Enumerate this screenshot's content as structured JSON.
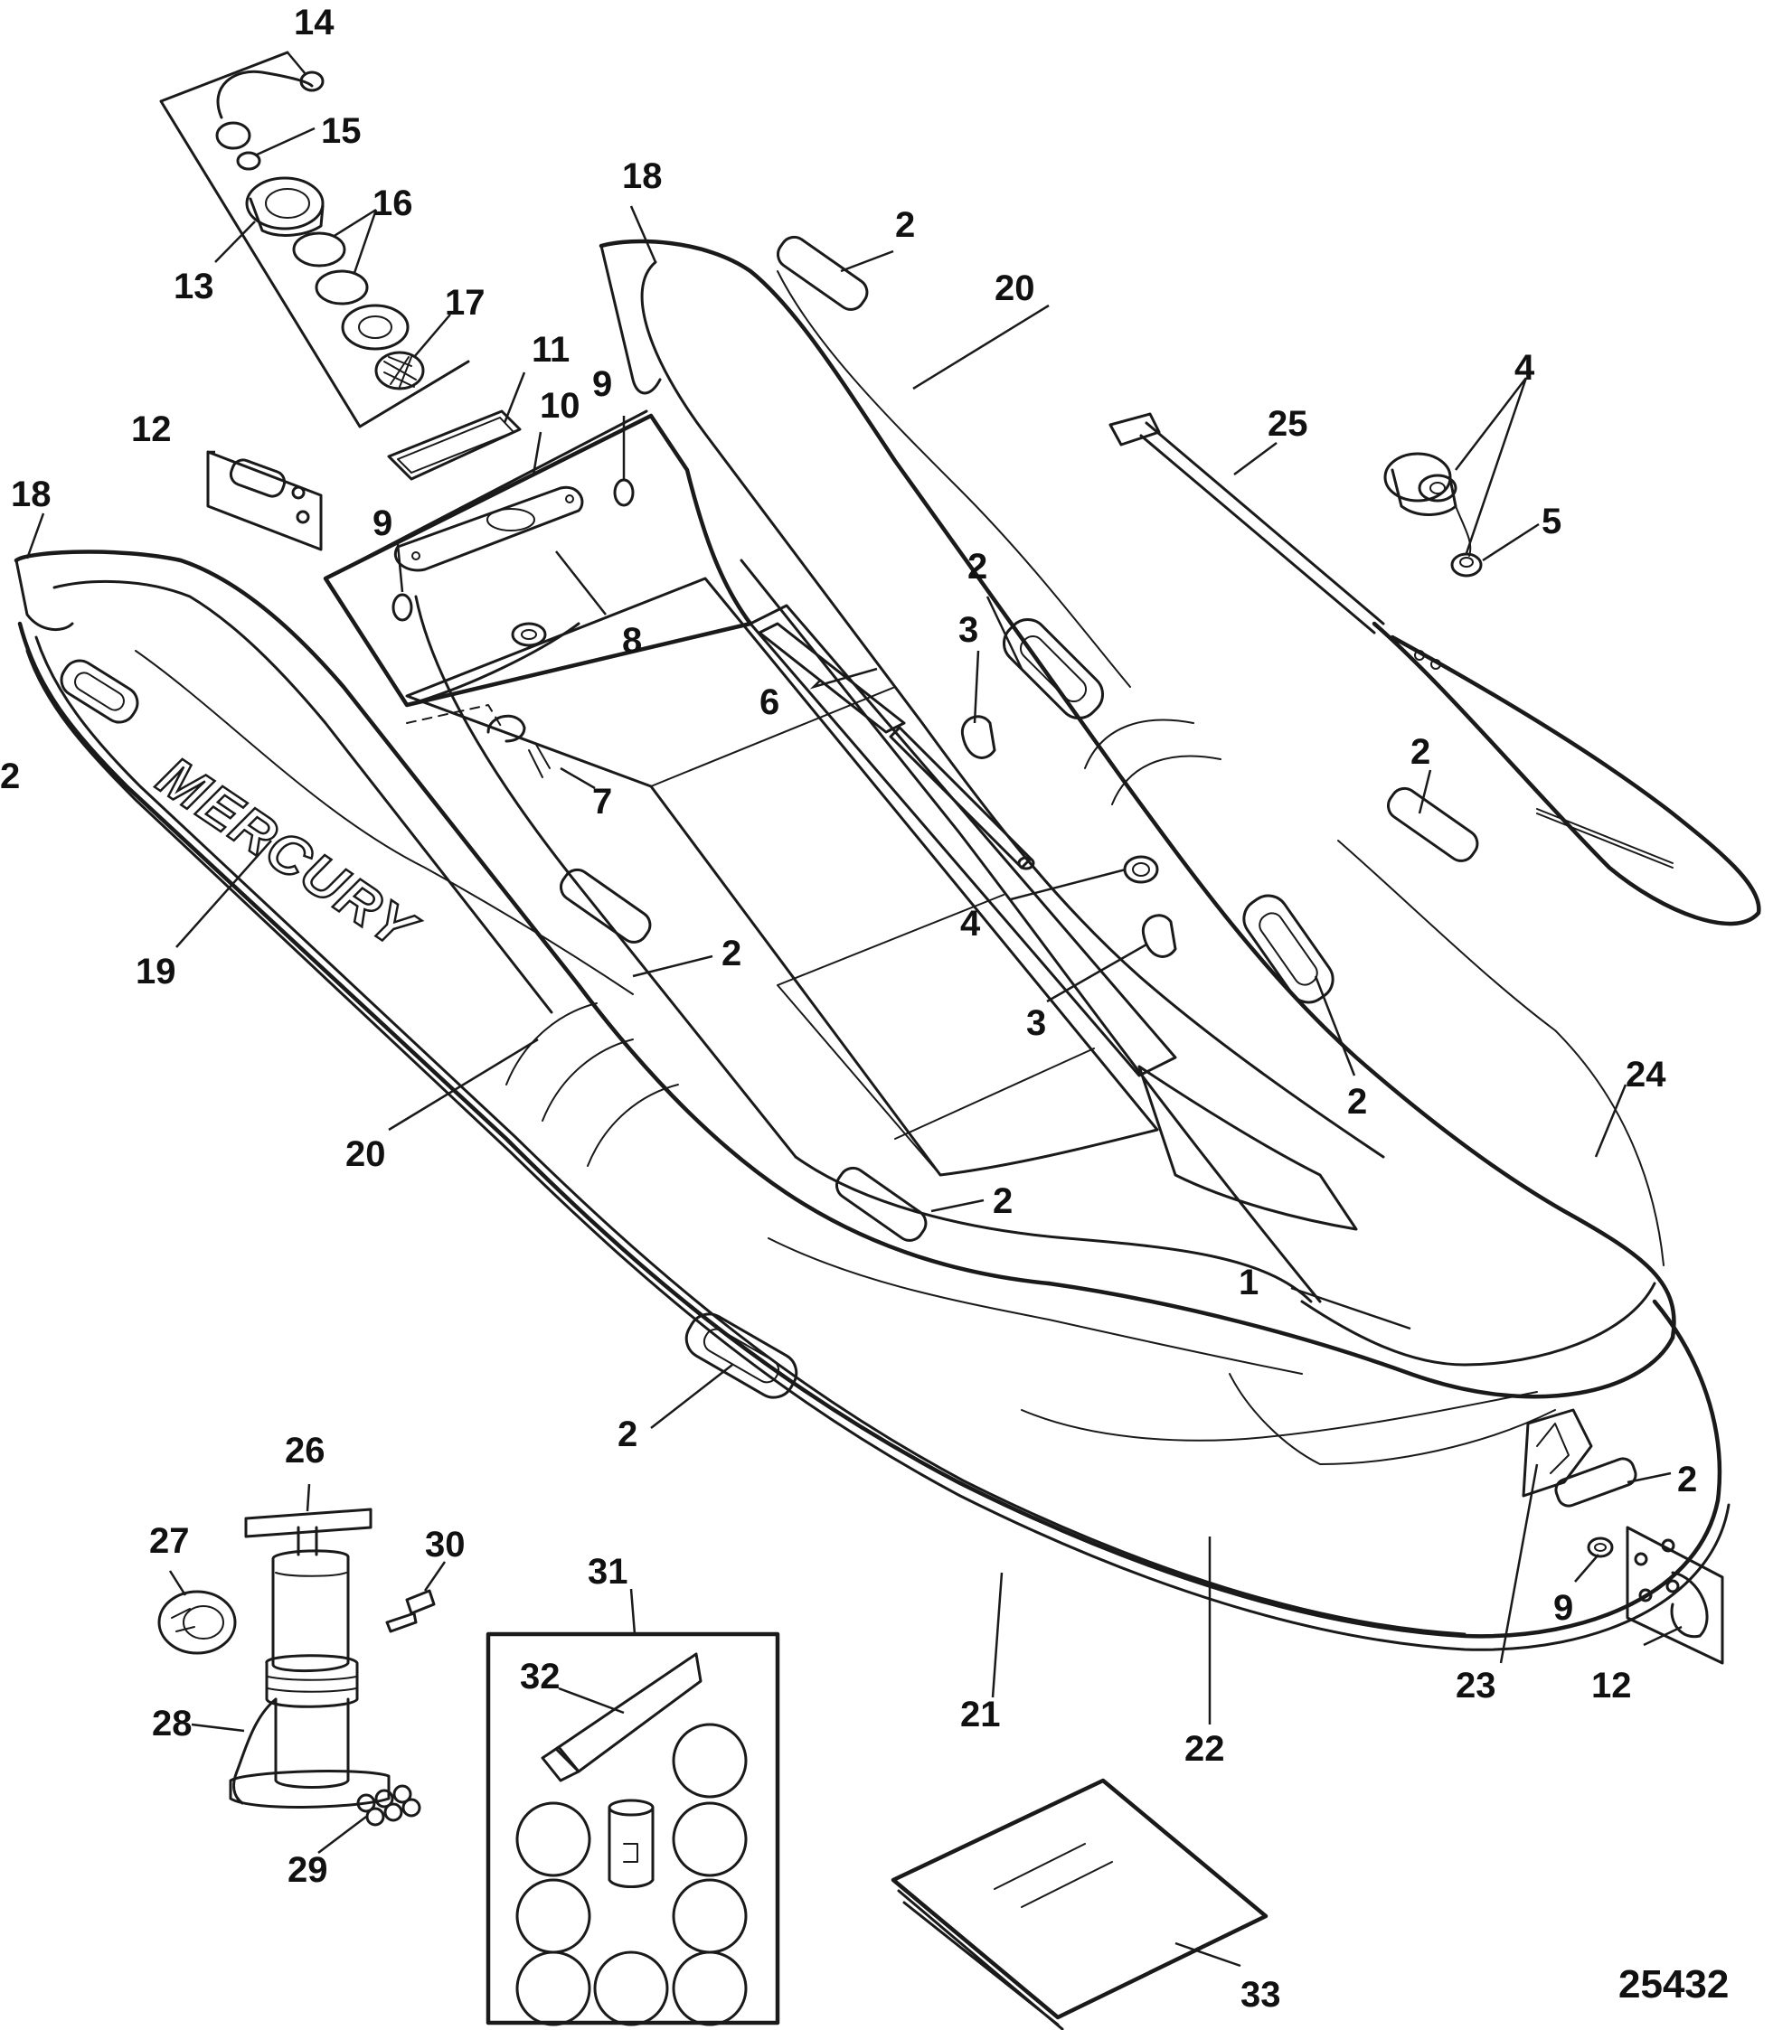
{
  "diagram": {
    "brand_text": "MERCURY",
    "reference_number": "25432",
    "callouts": [
      {
        "id": "c14",
        "label": "14"
      },
      {
        "id": "c15",
        "label": "15"
      },
      {
        "id": "c16",
        "label": "16"
      },
      {
        "id": "c13",
        "label": "13"
      },
      {
        "id": "c17",
        "label": "17"
      },
      {
        "id": "c18a",
        "label": "18"
      },
      {
        "id": "c18b",
        "label": "18"
      },
      {
        "id": "c2a",
        "label": "2"
      },
      {
        "id": "c20a",
        "label": "20"
      },
      {
        "id": "c11",
        "label": "11"
      },
      {
        "id": "c9a",
        "label": "9"
      },
      {
        "id": "c12a",
        "label": "12"
      },
      {
        "id": "c10",
        "label": "10"
      },
      {
        "id": "c9b",
        "label": "9"
      },
      {
        "id": "c8",
        "label": "8"
      },
      {
        "id": "c4a",
        "label": "4"
      },
      {
        "id": "c25",
        "label": "25"
      },
      {
        "id": "c5",
        "label": "5"
      },
      {
        "id": "c2b",
        "label": "2"
      },
      {
        "id": "c3a",
        "label": "3"
      },
      {
        "id": "c6",
        "label": "6"
      },
      {
        "id": "c2c",
        "label": "2"
      },
      {
        "id": "c7",
        "label": "7"
      },
      {
        "id": "c2d",
        "label": "2"
      },
      {
        "id": "c4b",
        "label": "4"
      },
      {
        "id": "c19",
        "label": "19"
      },
      {
        "id": "c2e",
        "label": "2"
      },
      {
        "id": "c3b",
        "label": "3"
      },
      {
        "id": "c2f",
        "label": "2"
      },
      {
        "id": "c24",
        "label": "24"
      },
      {
        "id": "c20b",
        "label": "20"
      },
      {
        "id": "c2g",
        "label": "2"
      },
      {
        "id": "c1",
        "label": "1"
      },
      {
        "id": "c2h",
        "label": "2"
      },
      {
        "id": "c26",
        "label": "26"
      },
      {
        "id": "c2i",
        "label": "2"
      },
      {
        "id": "c27",
        "label": "27"
      },
      {
        "id": "c30",
        "label": "30"
      },
      {
        "id": "c9c",
        "label": "9"
      },
      {
        "id": "c31",
        "label": "31"
      },
      {
        "id": "c21",
        "label": "21"
      },
      {
        "id": "c23",
        "label": "23"
      },
      {
        "id": "c12b",
        "label": "12"
      },
      {
        "id": "c32",
        "label": "32"
      },
      {
        "id": "c28",
        "label": "28"
      },
      {
        "id": "c22",
        "label": "22"
      },
      {
        "id": "c29",
        "label": "29"
      },
      {
        "id": "c33",
        "label": "33"
      }
    ]
  }
}
